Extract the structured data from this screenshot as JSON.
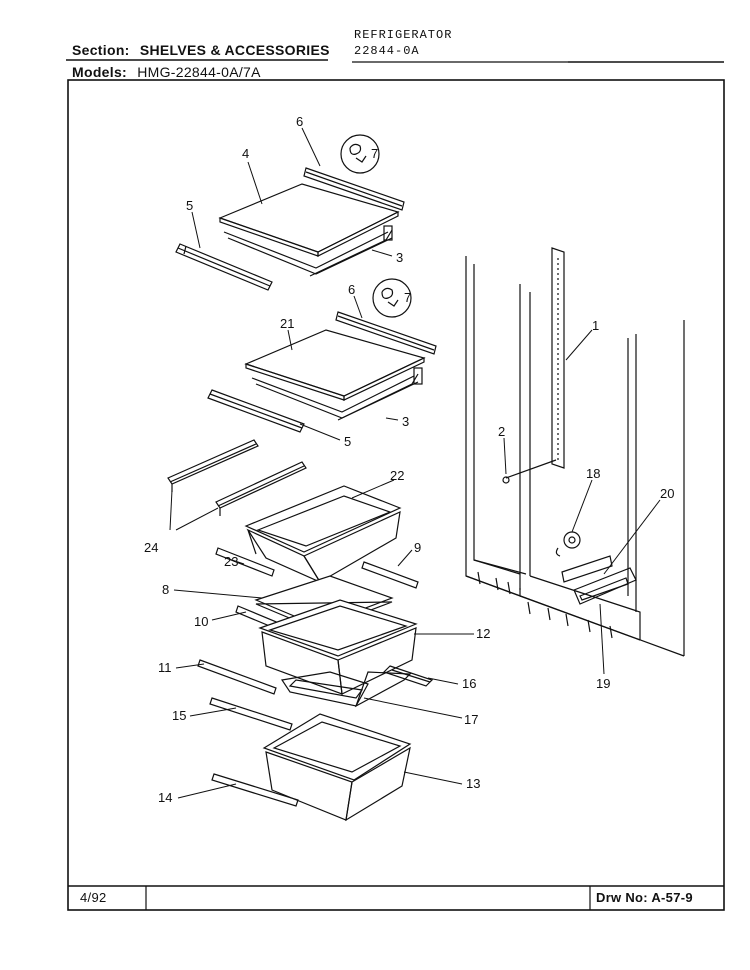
{
  "header": {
    "section_label": "Section:",
    "section_value": "SHELVES & ACCESSORIES",
    "appliance": "REFRIGERATOR",
    "model_code": "22844-0A",
    "models_label": "Models:",
    "models_value": "HMG-22844-0A/7A"
  },
  "footer": {
    "date": "4/92",
    "drawing_no": "Drw No: A-57-9"
  },
  "parts": [
    "1",
    "2",
    "3",
    "4",
    "5",
    "6",
    "7",
    "8",
    "9",
    "10",
    "11",
    "12",
    "13",
    "14",
    "15",
    "16",
    "17",
    "18",
    "19",
    "20",
    "21",
    "22",
    "23",
    "24"
  ]
}
